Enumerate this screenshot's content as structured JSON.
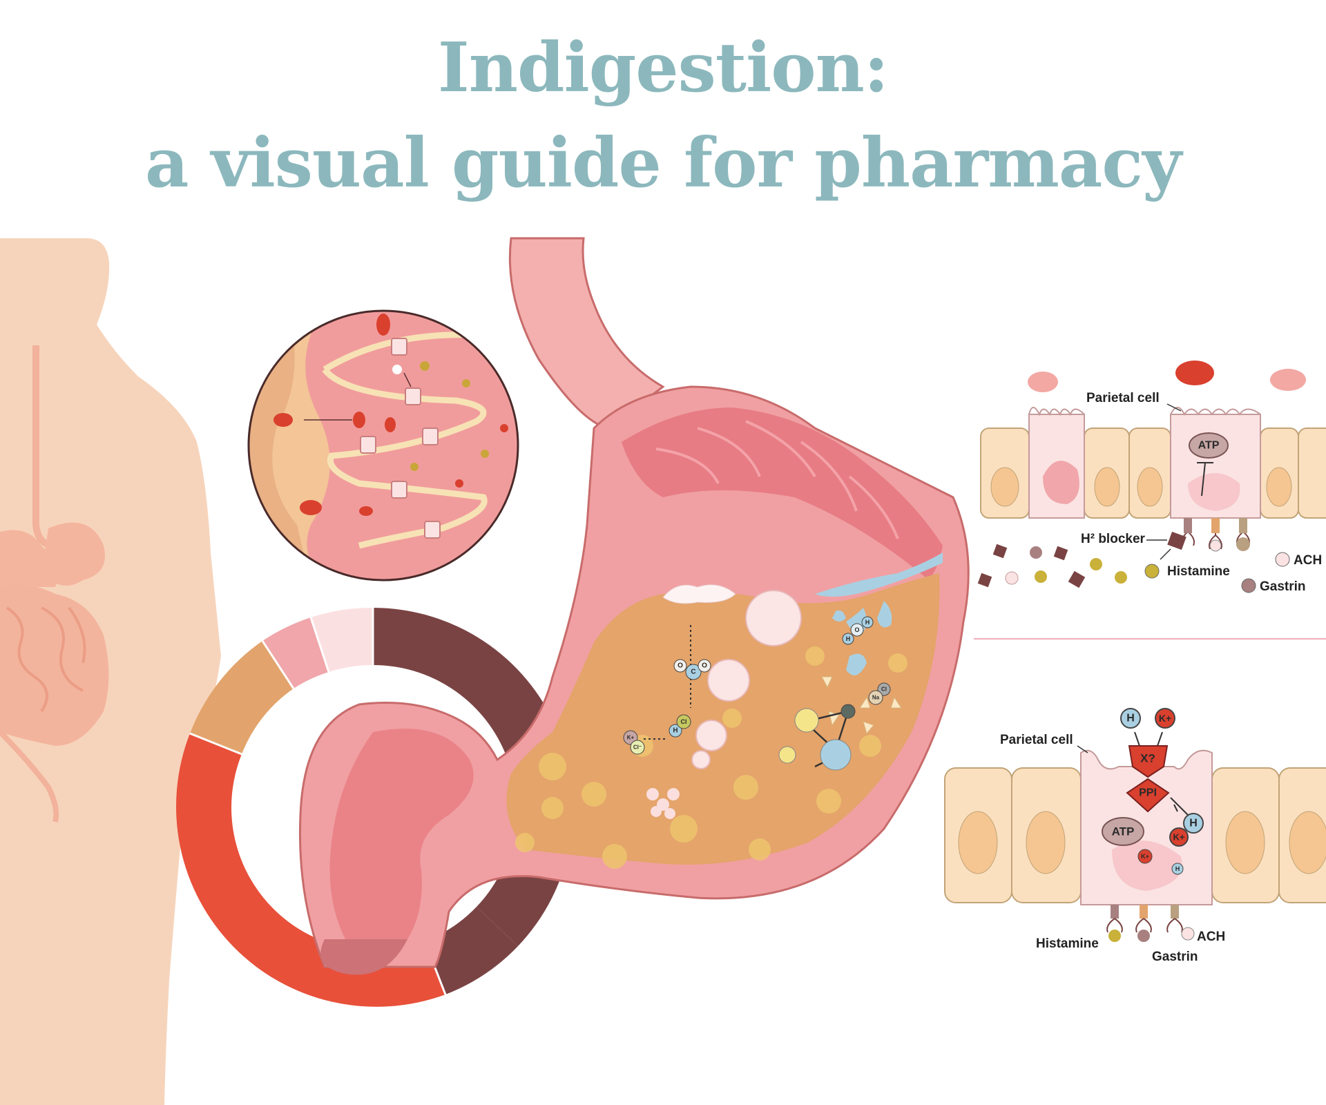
{
  "title": {
    "line1": "Indigestion:",
    "line2": "a visual guide for pharmacy"
  },
  "upper_diagram": {
    "parietal_cell": "Parietal cell",
    "atp": "ATP",
    "h2_blocker": "H² blocker",
    "histamine": "Histamine",
    "ach": "ACH",
    "gastrin": "Gastrin"
  },
  "lower_diagram": {
    "parietal_cell": "Parietal cell",
    "h": "H",
    "k_plus": "K+",
    "x": "X?",
    "ppi": "PPI",
    "atp": "ATP",
    "histamine": "Histamine",
    "gastrin": "Gastrin",
    "ach": "ACH"
  },
  "molecules": {
    "o": "O",
    "c": "C",
    "h": "H",
    "cl": "Cl",
    "k_plus": "K+",
    "cl_minus": "Cl⁻",
    "na": "Na"
  },
  "colors": {
    "title": "#8cb8bd",
    "skin": "#f6d4bb",
    "stomach_wall": "#f0a0a3",
    "chyme": "#e4a46a",
    "ring_dark": "#7a4343",
    "ring_red": "#e8503a",
    "ring_tan": "#e2a46c",
    "ring_pink": "#f0a6aa",
    "ring_light": "#fbe0e2"
  }
}
